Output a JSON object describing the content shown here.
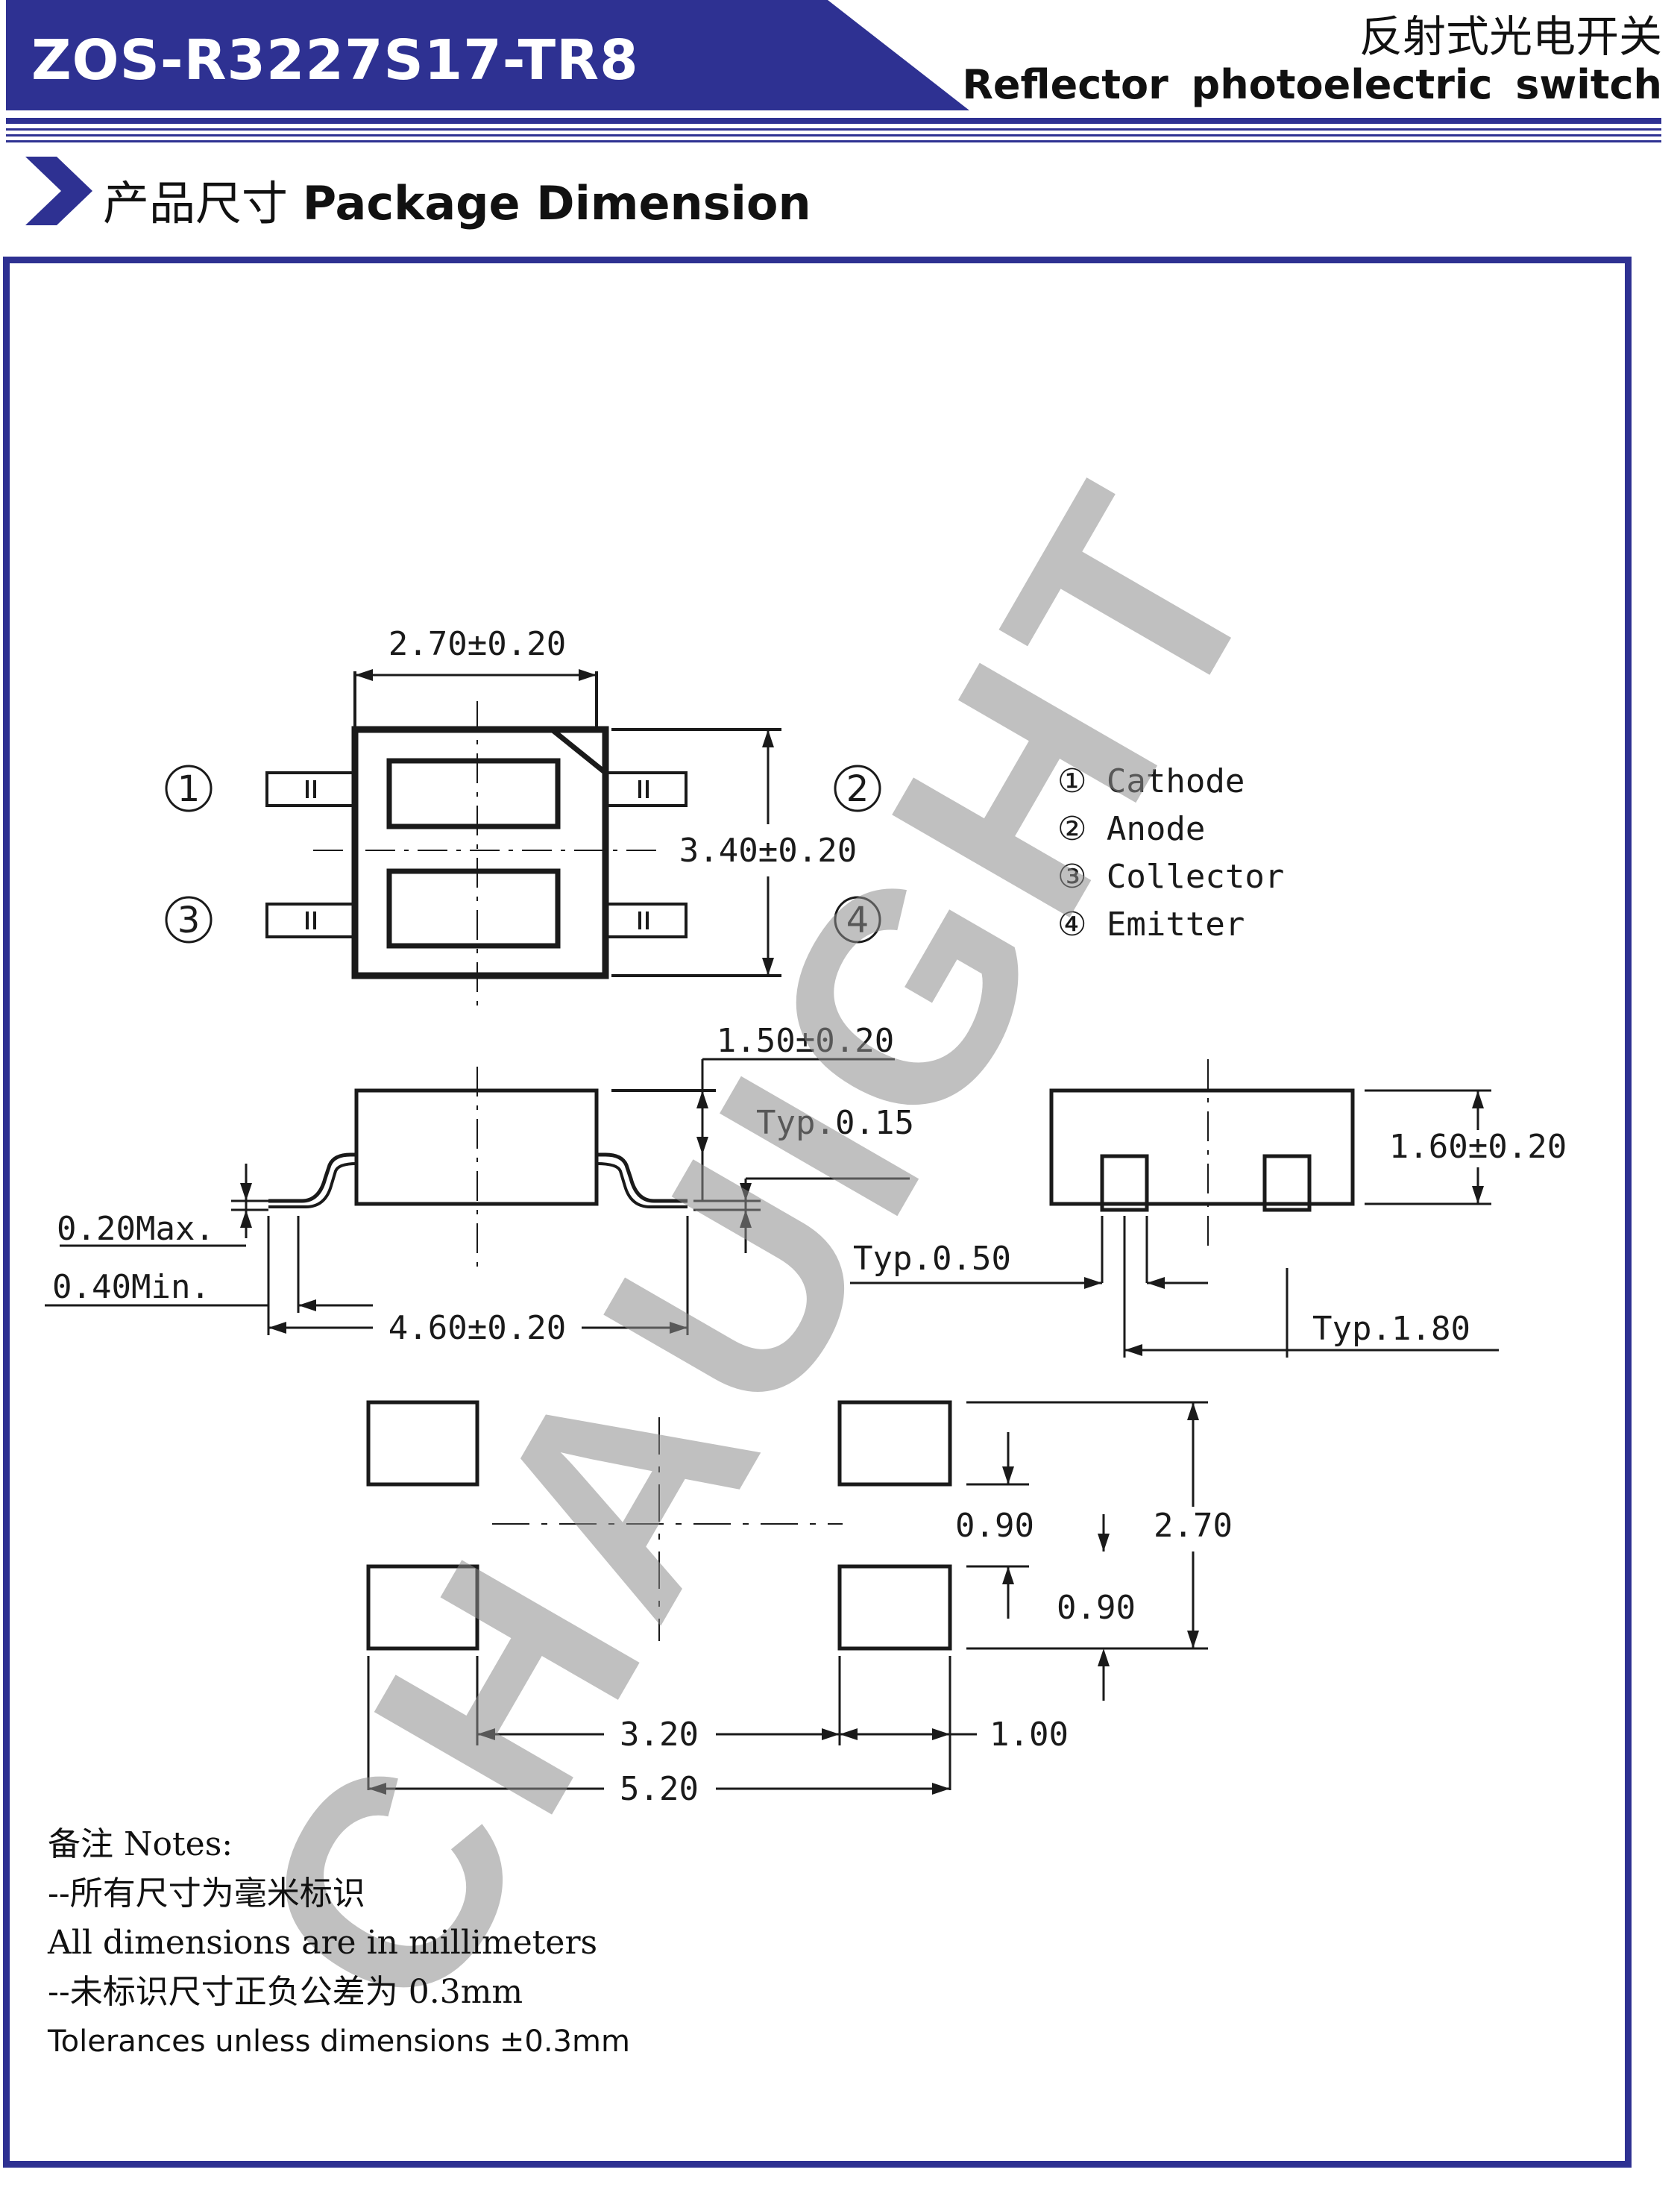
{
  "header": {
    "part_number": "ZOS-R3227S17-TR8",
    "product_name_cn": "反射式光电开关",
    "product_name_en": "Reflector  photoelectric  switch",
    "brand_color": "#2e3192"
  },
  "section": {
    "title_cn": "产品尺寸",
    "title_en": "Package Dimension"
  },
  "watermark": "CHAUIGHT",
  "pinout": {
    "pins": [
      {
        "num": "1",
        "label": "Cathode"
      },
      {
        "num": "2",
        "label": "Anode"
      },
      {
        "num": "3",
        "label": "Collector"
      },
      {
        "num": "4",
        "label": "Emitter"
      }
    ],
    "legend": [
      "① Cathode",
      "② Anode",
      "③ Collector",
      "④ Emitter"
    ]
  },
  "dimensions": {
    "top_width": "2.70±0.20",
    "top_height": "3.40±0.20",
    "body_height": "1.50±0.20",
    "lead_thickness": "Typ.0.15",
    "standoff": "0.20Max.",
    "lead_length": "0.40Min.",
    "overall_length": "4.60±0.20",
    "typ_050": "Typ.0.50",
    "side_height": "1.60±0.20",
    "typ_180": "Typ.1.80",
    "pad_090_a": "0.90",
    "pad_090_b": "0.90",
    "pad_270": "2.70",
    "pad_320": "3.20",
    "pad_100": "1.00",
    "pad_520": "5.20"
  },
  "notes": {
    "heading": "备注 Notes:",
    "line1_cn": "--所有尺寸为毫米标识",
    "line1_en": "All dimensions are in millimeters",
    "line2_cn": "--未标识尺寸正负公差为 0.3mm",
    "line2_en": "Tolerances unless dimensions ±0.3mm"
  }
}
